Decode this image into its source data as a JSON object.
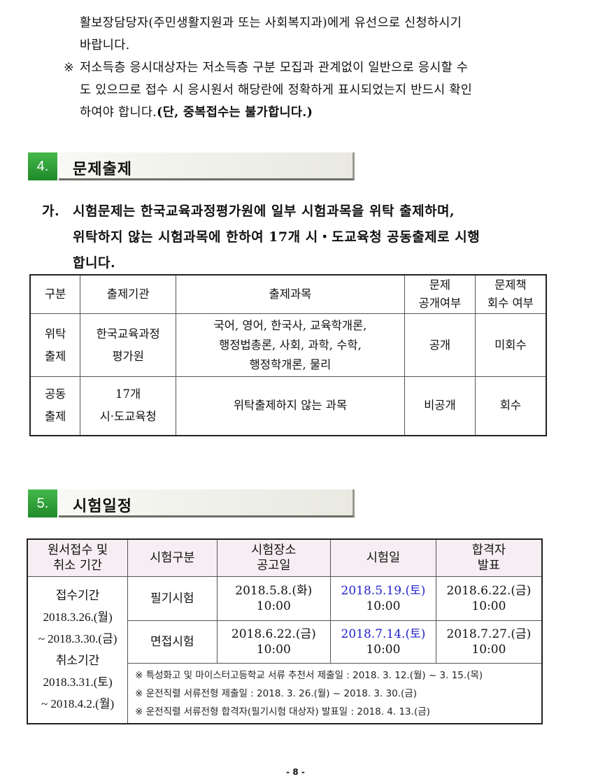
{
  "intro": {
    "line1": "활보장담당자(주민생활지원과 또는 사회복지과)에게 유선으로 신청하시기",
    "line2": "바랍니다.",
    "note_mark": "※",
    "note_line1": "저소득층 응시대상자는 저소득층 구분 모집과 관계없이 일반으로 응시할 수",
    "note_line2": "도 있으므로 접수 시 응시원서 해당란에 정확하게 표시되었는지 반드시 확인",
    "note_line3_plain": "하여야 합니다.",
    "note_line3_bold": "(단, 중복접수는 불가합니다.)"
  },
  "section4": {
    "number": "4.",
    "title": "문제출제",
    "para_marker": "가.",
    "para_line1": "시험문제는 한국교육과정평가원에 일부 시험과목을 위탁 출제하며,",
    "para_line2": "위탁하지 않는 시험과목에 한하여 17개 시・도교육청 공동출제로 시행",
    "para_line3": "합니다.",
    "table": {
      "headers": [
        "구분",
        "출제기관",
        "출제과목",
        "문제\n공개여부",
        "문제책\n회수 여부"
      ],
      "rows": [
        [
          "위탁\n출제",
          "한국교육과정\n평가원",
          "국어, 영어, 한국사, 교육학개론,\n행정법총론, 사회, 과학, 수학,\n행정학개론, 물리",
          "공개",
          "미회수"
        ],
        [
          "공동\n출제",
          "17개\n시·도교육청",
          "위탁출제하지 않는 과목",
          "비공개",
          "회수"
        ]
      ]
    }
  },
  "section5": {
    "number": "5.",
    "title": "시험일정",
    "table": {
      "headers": [
        "원서접수 및\n취소 기간",
        "시험구분",
        "시험장소\n공고일",
        "시험일",
        "합격자\n발표"
      ],
      "period": [
        "접수기간",
        "2018.3.26.(월)",
        "~ 2018.3.30.(금)",
        "취소기간",
        "2018.3.31.(토)",
        "~ 2018.4.2.(월)"
      ],
      "rows": [
        {
          "type": "필기시험",
          "venue_date": "2018.5.8.(화)",
          "venue_time": "10:00",
          "exam_date": "2018.5.19.(토)",
          "exam_time": "10:00",
          "result_date": "2018.6.22.(금)",
          "result_time": "10:00"
        },
        {
          "type": "면접시험",
          "venue_date": "2018.6.22.(금)",
          "venue_time": "10:00",
          "exam_date": "2018.7.14.(토)",
          "exam_time": "10:00",
          "result_date": "2018.7.27.(금)",
          "result_time": "10:00"
        }
      ],
      "notes": [
        "※ 특성화고 및 마이스터고등학교 서류 추천서 제출일 : 2018. 3. 12.(월) ~ 3. 15.(목)",
        "※ 운전직렬 서류전형 제출일 : 2018. 3. 26.(월) ~ 2018. 3. 30.(금)",
        "※ 운전직렬 서류전형 합격자(필기시험 대상자) 발표일 : 2018. 4. 13.(금)"
      ]
    }
  },
  "footer": {
    "page": "- 8 -"
  },
  "colors": {
    "section_badge": "#2e9e36",
    "exam_date": "#2222cc",
    "header_fill": "#f6eef3"
  }
}
